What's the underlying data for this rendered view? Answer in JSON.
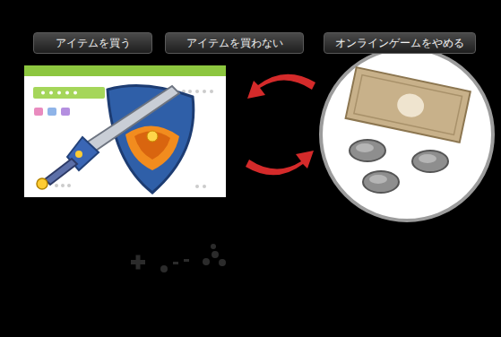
{
  "diagram": {
    "nodes": [
      {
        "text": [
          "アイテムを買う"
        ]
      },
      {
        "text": [
          "アイテムを買わない"
        ]
      },
      {
        "text": [
          "オンラインゲームをやめる"
        ]
      }
    ]
  }
}
